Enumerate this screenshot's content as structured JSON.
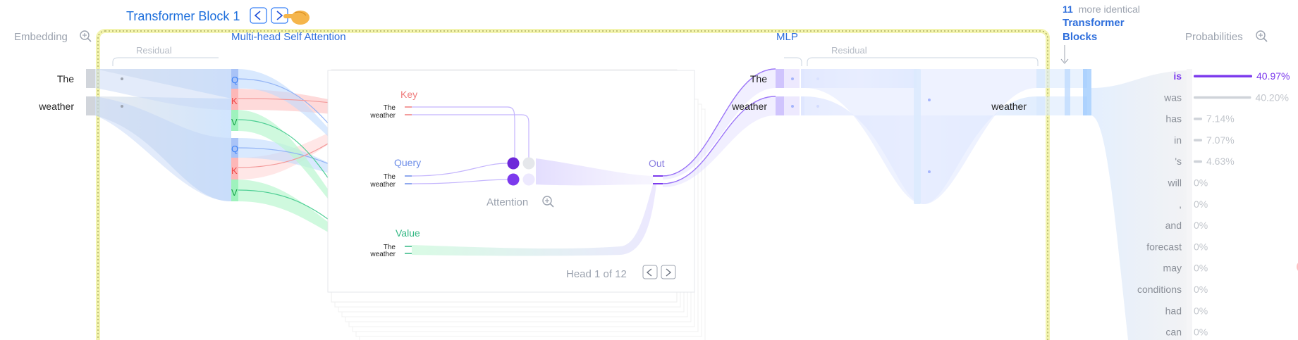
{
  "header": {
    "block_title": "Transformer Block 1",
    "prev_icon": "chevron-left-icon",
    "next_icon": "chevron-right-icon",
    "pointer_icon": "pointing-hand-icon"
  },
  "sections": {
    "embedding": "Embedding",
    "mhsa": "Multi-head Self Attention",
    "mlp": "MLP",
    "residual": "Residual",
    "probabilities": "Probabilities",
    "zoom_icon": "zoom-in-icon"
  },
  "tokens": [
    "The",
    "weather"
  ],
  "qkv": [
    "Q",
    "K",
    "V"
  ],
  "attention_head": {
    "key": "Key",
    "query": "Query",
    "value": "Value",
    "out": "Out",
    "attention": "Attention",
    "head_pager": "Head 1 of 12"
  },
  "more_blocks": {
    "count": "11",
    "text": "more identical",
    "link_line1": "Transformer",
    "link_line2": "Blocks"
  },
  "probabilities": [
    {
      "token": "is",
      "pct": "40.97%",
      "value": 40.97,
      "selected": true
    },
    {
      "token": "was",
      "pct": "40.20%",
      "value": 40.2
    },
    {
      "token": "has",
      "pct": "7.14%",
      "value": 7.14
    },
    {
      "token": "in",
      "pct": "7.07%",
      "value": 7.07
    },
    {
      "token": "'s",
      "pct": "4.63%",
      "value": 4.63
    },
    {
      "token": "will",
      "pct": "0%",
      "value": 0
    },
    {
      "token": ",",
      "pct": "0%",
      "value": 0
    },
    {
      "token": "and",
      "pct": "0%",
      "value": 0
    },
    {
      "token": "forecast",
      "pct": "0%",
      "value": 0
    },
    {
      "token": "may",
      "pct": "0%",
      "value": 0
    },
    {
      "token": "conditions",
      "pct": "0%",
      "value": 0
    },
    {
      "token": "had",
      "pct": "0%",
      "value": 0
    },
    {
      "token": "can",
      "pct": "0%",
      "value": 0
    }
  ],
  "colors": {
    "blue": "#3b82f6",
    "query": "#6b8ce8",
    "key": "#ef7c7c",
    "value": "#34b884",
    "purple": "#7c3aed",
    "gray": "#9ca3af",
    "highlight_border": "#f7f7a8"
  }
}
